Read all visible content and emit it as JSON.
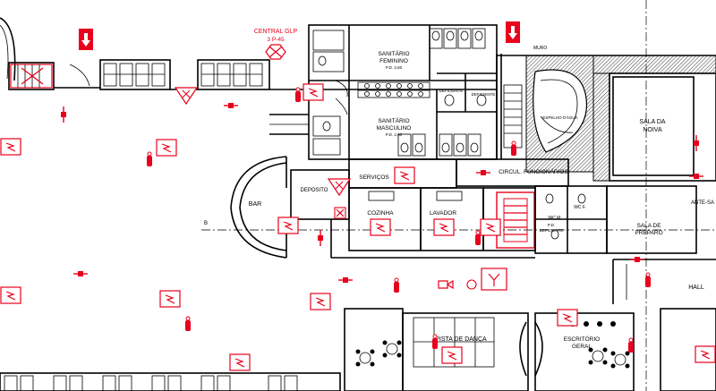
{
  "labels": {
    "central_glp": "CENTRAL GLP",
    "central_glp_sub": "3  P-45",
    "sanitario_feminino": "SANITÁRIO",
    "sanitario_feminino_2": "FEMININO",
    "sanitario_feminino_pd": "P.D. 2,60",
    "sanitario_masculino": "SANITÁRIO",
    "sanitario_masculino_2": "MASCULINO",
    "sanitario_masculino_pd": "P.D. 2,60",
    "deficiente_1": "DEFICIENTE",
    "deficiente_2": "DEFICIENTE",
    "servicos": "SERVIÇOS",
    "circul_funcionarios": "CIRCUL. FUNCIONÁRIOS",
    "deposito": "DEPOSITO",
    "bar": "BAR",
    "cozinha": "COZINHA",
    "lavador": "LAVADOR",
    "sala_de_preparo": "SALA DE",
    "sala_de_preparo_2": "PREPARO",
    "ante_sala": "ANTE-SA",
    "sala_da_noiva": "SALA DA",
    "sala_da_noiva_2": "NOIVA",
    "espelho_dagua": "ESPELHO D'ÁGUA",
    "hall": "HALL",
    "pista_de_danca": "PISTA DE DANÇA",
    "escritorio_geral": "ESCRITÓRIO",
    "escritorio_geral_2": "GERAL",
    "wc_m": "WC M.",
    "wc_f": "WC F.",
    "pd_deficiente": "P.D.",
    "pd_deficiente_2": "DEFICIENTE",
    "muro": "MURO",
    "section_b": "B"
  },
  "colors": {
    "wall": "#000000",
    "annotation": "#e8001c",
    "background": "#ffffff"
  },
  "icons": [
    "arrow-down-marker",
    "emergency-light-symbol",
    "extinguisher-symbol",
    "exit-sign-symbol",
    "hydrant-symbol"
  ]
}
